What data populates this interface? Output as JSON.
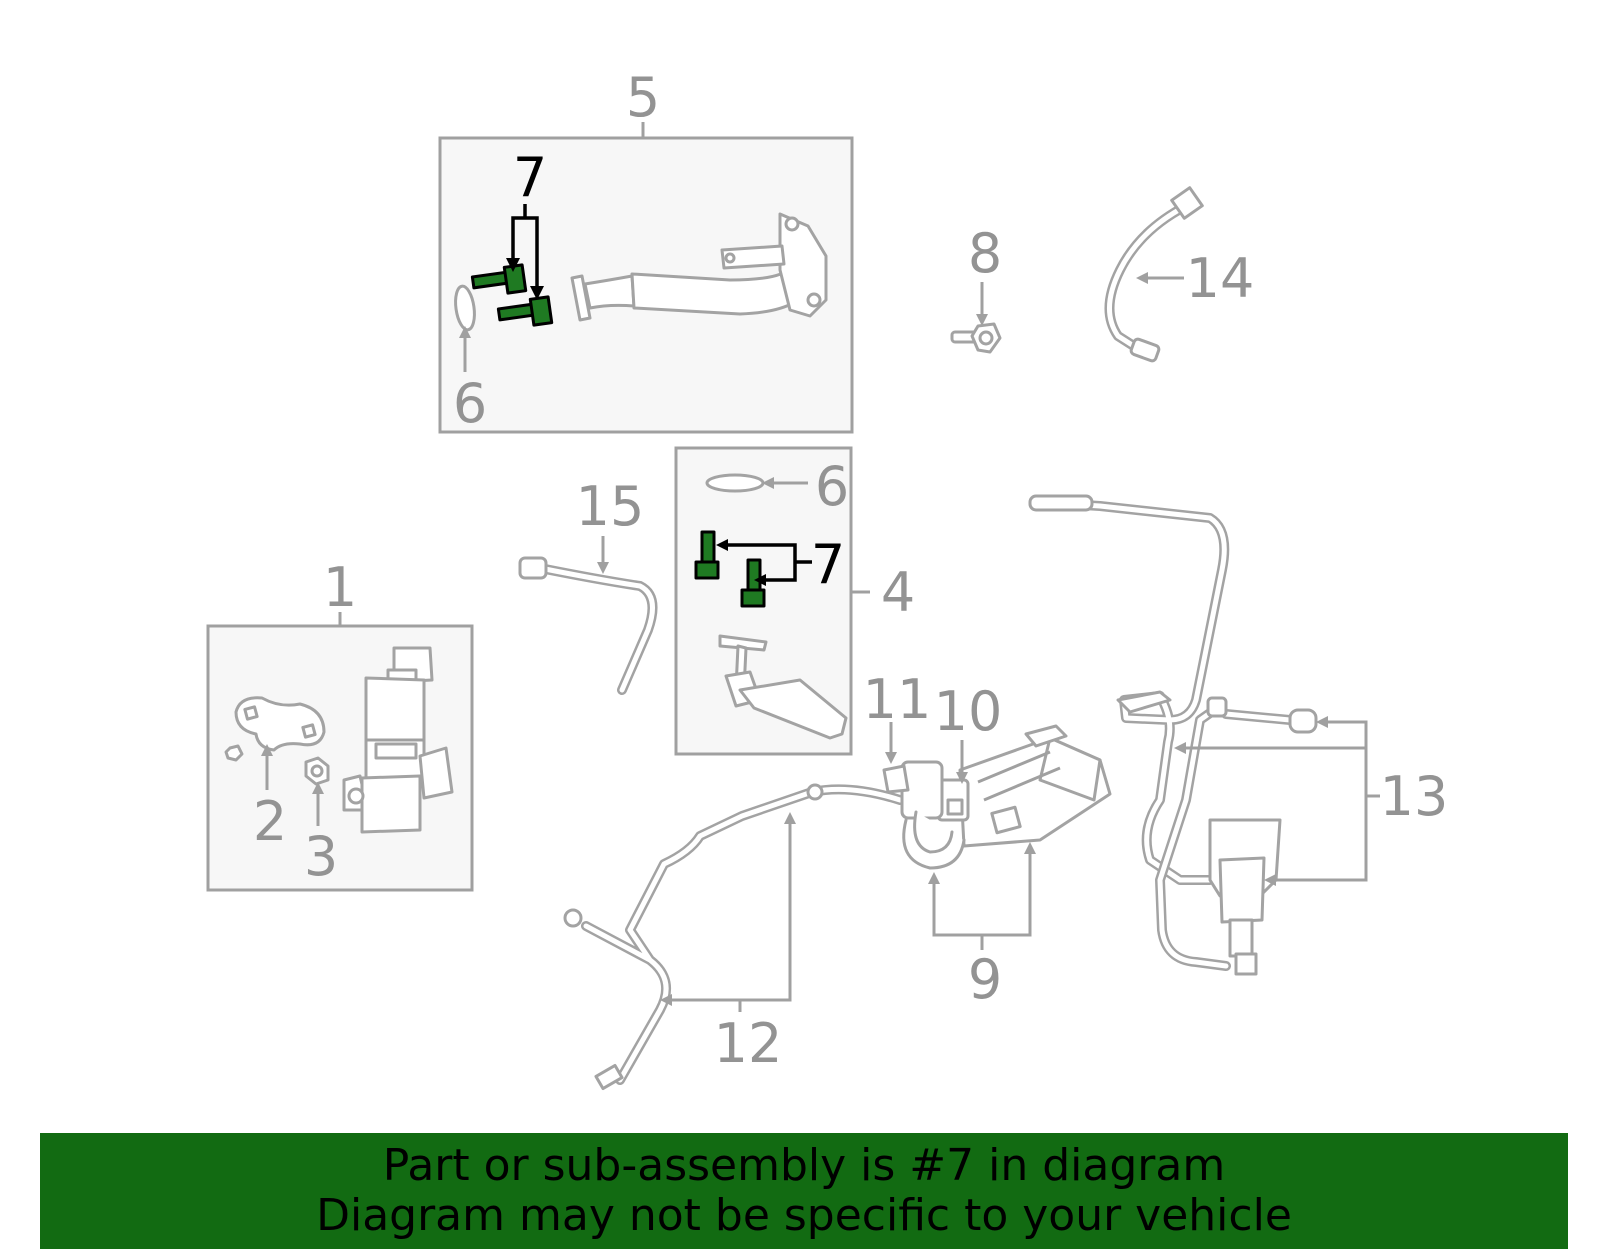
{
  "diagram": {
    "callouts": {
      "c1": "1",
      "c2": "2",
      "c3": "3",
      "c4": "4",
      "c5": "5",
      "c6a": "6",
      "c6b": "6",
      "c7a": "7",
      "c7b": "7",
      "c8": "8",
      "c9": "9",
      "c10": "10",
      "c11": "11",
      "c12": "12",
      "c13": "13",
      "c14": "14",
      "c15": "15"
    },
    "highlight_color": "#1f7a22",
    "highlighted_part": "7"
  },
  "banner": {
    "line1": "Part or sub-assembly is #7 in diagram",
    "line2": "Diagram may not be specific to your vehicle",
    "background": "#126b12"
  }
}
